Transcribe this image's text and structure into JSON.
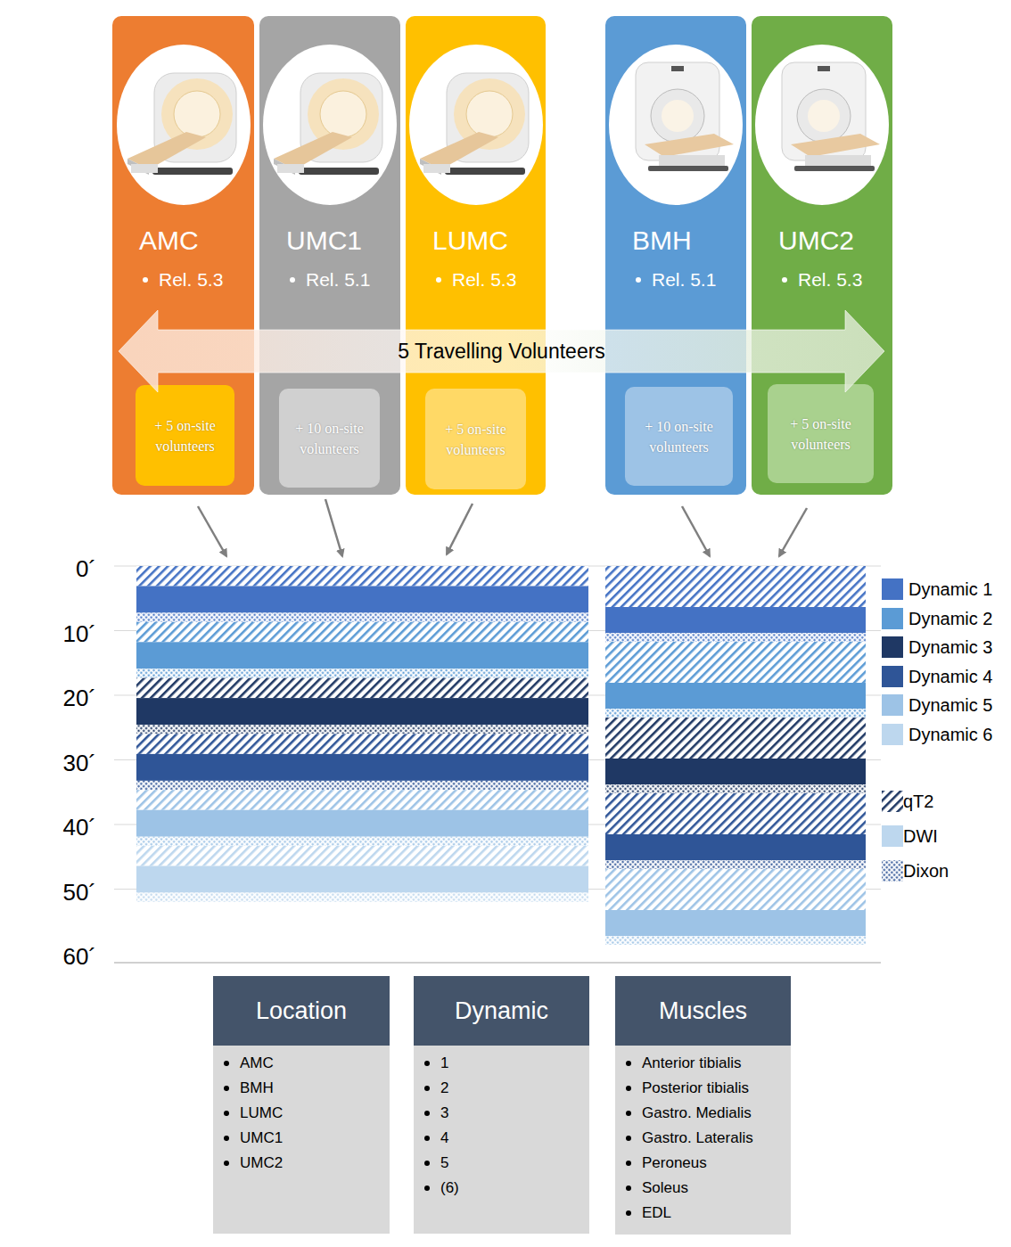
{
  "diagram": {
    "nodes": [
      {
        "text": [
          "AMC",
          "Rel. 5.3"
        ]
      },
      {
        "text": [
          "+ 5 on-site volunteers"
        ],
        "in": 0
      },
      {
        "text": [
          "UMC1",
          "Rel. 5.1"
        ]
      },
      {
        "text": [
          "+ 10 on-site volunteers"
        ],
        "in": 2
      },
      {
        "text": [
          "LUMC",
          "Rel. 5.3"
        ]
      },
      {
        "text": [
          "+ 5 on-site volunteers"
        ],
        "in": 4
      },
      {
        "text": [
          "BMH",
          "Rel. 5.1"
        ]
      },
      {
        "text": [
          "+ 10 on-site volunteers"
        ],
        "in": 6
      },
      {
        "text": [
          "UMC2",
          "Rel. 5.3"
        ]
      },
      {
        "text": [
          "+ 5 on-site volunteers"
        ],
        "in": 8
      },
      {
        "text": [
          "5 Travelling Volunteers"
        ]
      },
      {
        "text": [
          "Location",
          "AMC",
          "BMH",
          "LUMC",
          "UMC1",
          "UMC2"
        ]
      },
      {
        "text": [
          "Dynamic",
          "1",
          "2",
          "3",
          "4",
          "5",
          "(6)"
        ]
      },
      {
        "text": [
          "Muscles",
          "Anterior tibialis",
          "Posterior tibialis",
          "Gastro. Medialis",
          "Gastro. Lateralis",
          "Peroneus",
          "Soleus",
          "EDL"
        ]
      }
    ],
    "labels": [
      "0´",
      "10´",
      "20´",
      "30´",
      "40´",
      "50´",
      "60´"
    ],
    "legend": [
      {
        "text": "Dynamic 1",
        "color": "#4472c4"
      },
      {
        "text": "Dynamic 2",
        "color": "#5b9bd5"
      },
      {
        "text": "Dynamic 3",
        "color": "#1f3864"
      },
      {
        "text": "Dynamic 4",
        "color": "#2f5597"
      },
      {
        "text": "Dynamic 5",
        "color": "#9dc3e6"
      },
      {
        "text": "Dynamic 6",
        "color": "#bdd7ee"
      },
      {
        "text": "qT2"
      },
      {
        "text": "DWI",
        "color": "#bdd7ee"
      },
      {
        "text": "Dixon"
      }
    ]
  }
}
